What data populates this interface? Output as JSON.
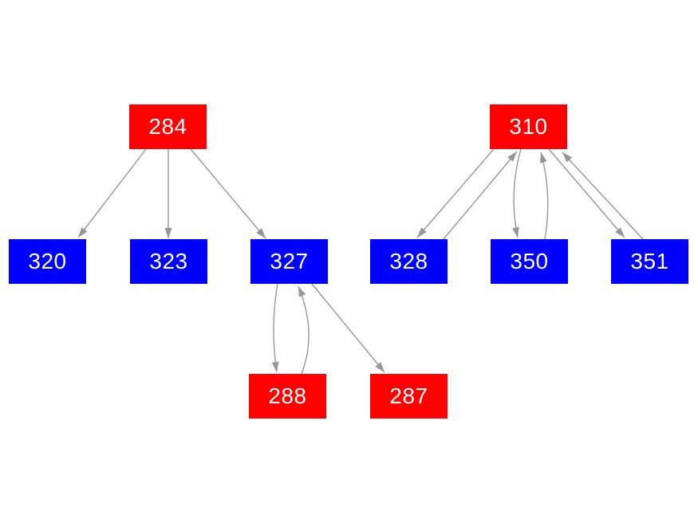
{
  "diagram": {
    "background": "#ffffff",
    "node_colors": {
      "red": "#fe0000",
      "blue": "#0000fe"
    },
    "edge_color": "#969696",
    "text_color": "#ffffff",
    "nodes": [
      {
        "id": "284",
        "label": "284",
        "color": "red"
      },
      {
        "id": "310",
        "label": "310",
        "color": "red"
      },
      {
        "id": "320",
        "label": "320",
        "color": "blue"
      },
      {
        "id": "323",
        "label": "323",
        "color": "blue"
      },
      {
        "id": "327",
        "label": "327",
        "color": "blue"
      },
      {
        "id": "328",
        "label": "328",
        "color": "blue"
      },
      {
        "id": "350",
        "label": "350",
        "color": "blue"
      },
      {
        "id": "351",
        "label": "351",
        "color": "blue"
      },
      {
        "id": "288",
        "label": "288",
        "color": "red"
      },
      {
        "id": "287",
        "label": "287",
        "color": "red"
      }
    ],
    "edges": [
      {
        "from": "284",
        "to": "320",
        "type": "directed"
      },
      {
        "from": "284",
        "to": "323",
        "type": "directed"
      },
      {
        "from": "284",
        "to": "327",
        "type": "directed"
      },
      {
        "from": "310",
        "to": "328",
        "type": "directed"
      },
      {
        "from": "328",
        "to": "310",
        "type": "directed"
      },
      {
        "from": "310",
        "to": "350",
        "type": "directed"
      },
      {
        "from": "350",
        "to": "310",
        "type": "directed"
      },
      {
        "from": "310",
        "to": "351",
        "type": "directed"
      },
      {
        "from": "351",
        "to": "310",
        "type": "directed"
      },
      {
        "from": "327",
        "to": "288",
        "type": "directed"
      },
      {
        "from": "288",
        "to": "327",
        "type": "directed"
      },
      {
        "from": "327",
        "to": "287",
        "type": "directed"
      }
    ]
  }
}
